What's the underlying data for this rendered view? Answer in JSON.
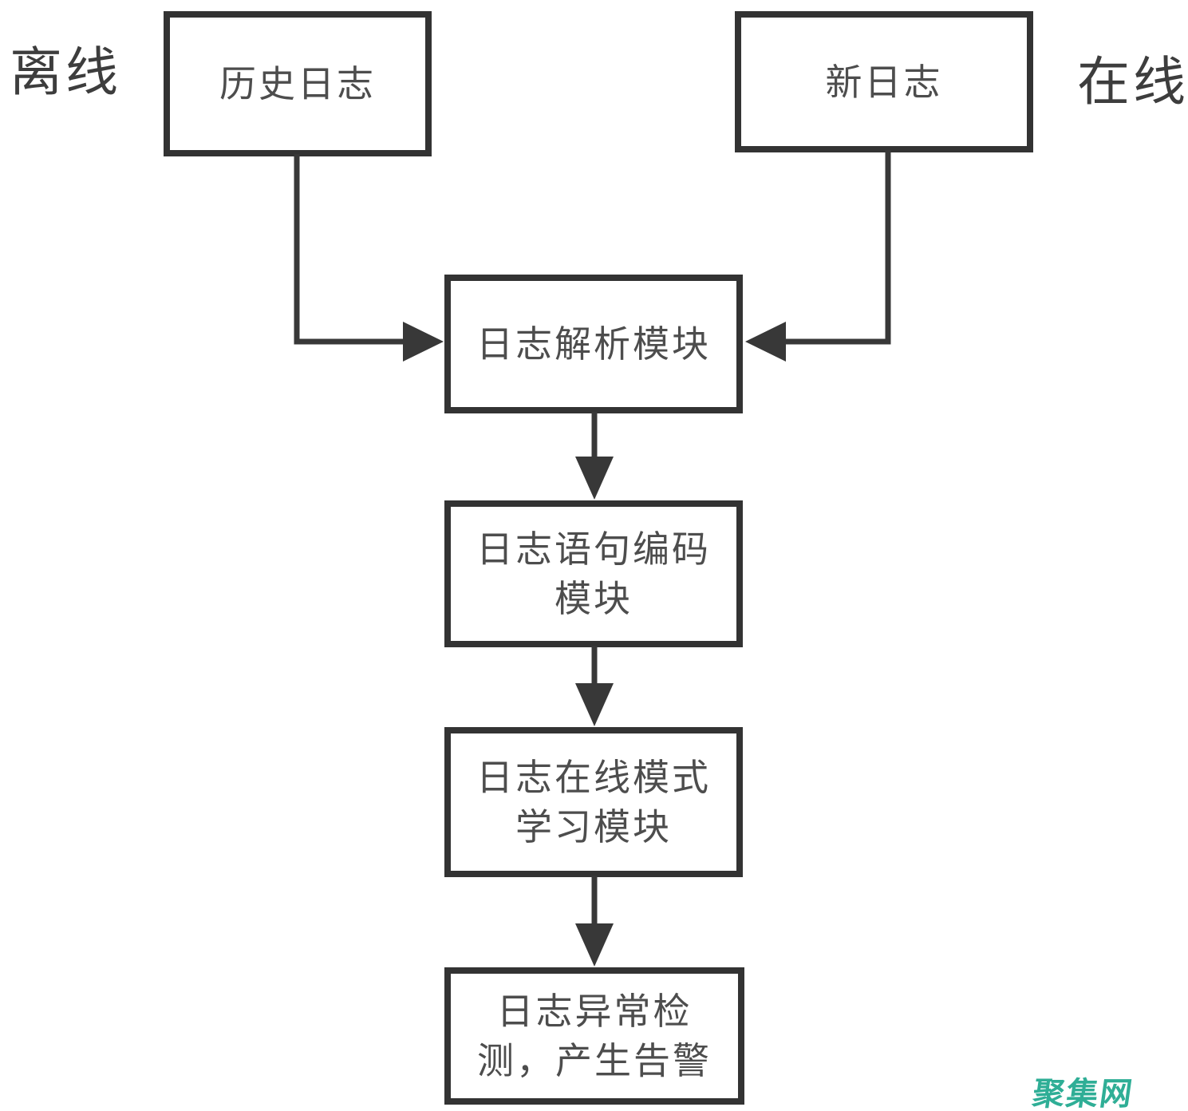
{
  "diagram": {
    "kind": "flowchart",
    "background": "#ffffff",
    "line_color": "#383838",
    "border_color": "#333333",
    "text_color": "#4d4d4d"
  },
  "labels": {
    "offline": "离线",
    "online": "在线"
  },
  "nodes": {
    "historical_logs": {
      "label": "历史日志"
    },
    "new_logs": {
      "label": "新日志"
    },
    "log_parsing": {
      "label": "日志解析模块"
    },
    "log_encoding": {
      "line1": "日志语句编码",
      "line2": "模块"
    },
    "log_learning": {
      "line1": "日志在线模式",
      "line2": "学习模块"
    },
    "log_detection": {
      "line1": "日志异常检",
      "line2": "测，产生告警"
    }
  },
  "watermark": {
    "text": "聚集网",
    "color": "#2fae96"
  }
}
